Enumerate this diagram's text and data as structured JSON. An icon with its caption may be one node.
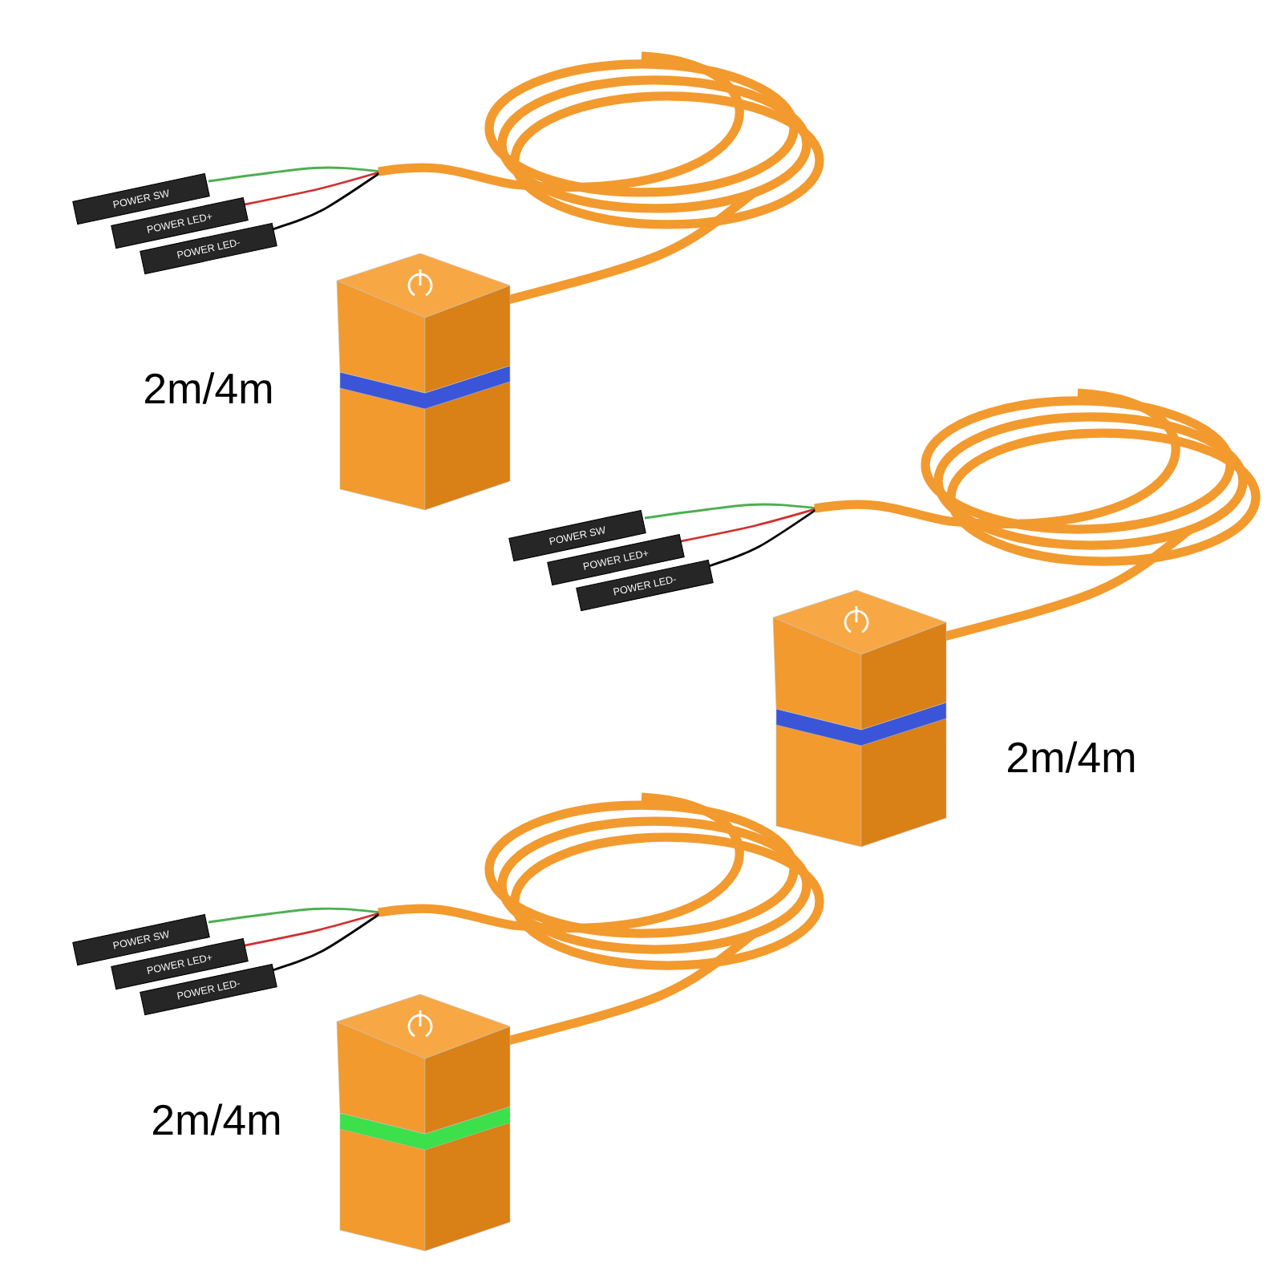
{
  "diagram": {
    "nodes": [
      {
        "text": [
          "POWER SW"
        ]
      },
      {
        "text": [
          "POWER LED+"
        ]
      },
      {
        "text": [
          "POWER LED-"
        ]
      },
      {
        "text": [
          "POWER SW"
        ]
      },
      {
        "text": [
          "POWER LED+"
        ]
      },
      {
        "text": [
          "POWER LED-"
        ]
      },
      {
        "text": [
          "POWER SW"
        ]
      },
      {
        "text": [
          "POWER LED+"
        ]
      },
      {
        "text": [
          "POWER LED-"
        ]
      }
    ],
    "labels": [
      "2m/4m",
      "2m/4m",
      "2m/4m"
    ]
  }
}
